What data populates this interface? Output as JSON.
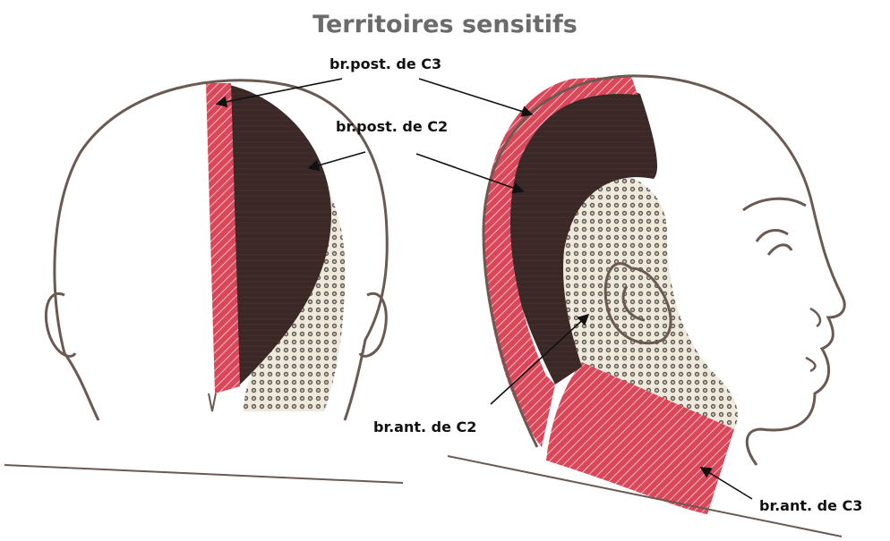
{
  "title": "Territoires sensitifs",
  "labels": {
    "post_c3": "br.post. de C3",
    "post_c2": "br.post. de C2",
    "ant_c2": "br.ant. de C2",
    "ant_c3": "br.ant. de C3"
  },
  "colors": {
    "post_c3": "#d8485a",
    "post_c2": "#3a2826",
    "ant_c2": "#efe9dc",
    "ant_c3": "#d8485a",
    "outline": "#6a5a52",
    "title": "#6b6b6b"
  }
}
